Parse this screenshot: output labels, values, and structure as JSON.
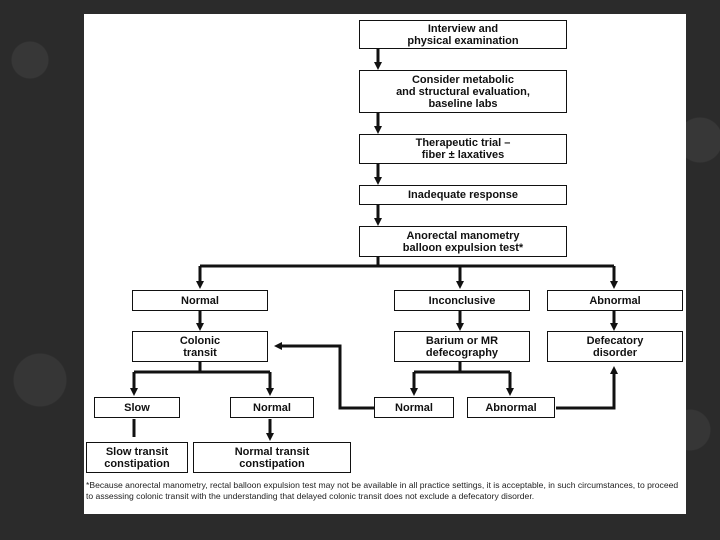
{
  "flowchart": {
    "interview": "Interview and\nphysical examination",
    "metabolic": "Consider metabolic\nand structural evaluation,\nbaseline labs",
    "trial": "Therapeutic trial –\nfiber ± laxatives",
    "inadequate": "Inadequate response",
    "manometry": "Anorectal manometry\nballoon expulsion test*",
    "normal": "Normal",
    "inconclusive": "Inconclusive",
    "abnormal": "Abnormal",
    "colonic": "Colonic\ntransit",
    "barium": "Barium or MR\ndefecography",
    "defecatory": "Defecatory\ndisorder",
    "slow": "Slow",
    "normal2": "Normal",
    "normal3": "Normal",
    "abnormal2": "Abnormal",
    "slow_transit": "Slow transit\nconstipation",
    "normal_transit": "Normal transit\nconstipation"
  },
  "footnote": "*Because anorectal manometry, rectal balloon expulsion test may not be available in all practice settings, it is acceptable, in such circumstances, to proceed to assessing colonic transit with the understanding that delayed colonic transit does not exclude a defecatory disorder."
}
